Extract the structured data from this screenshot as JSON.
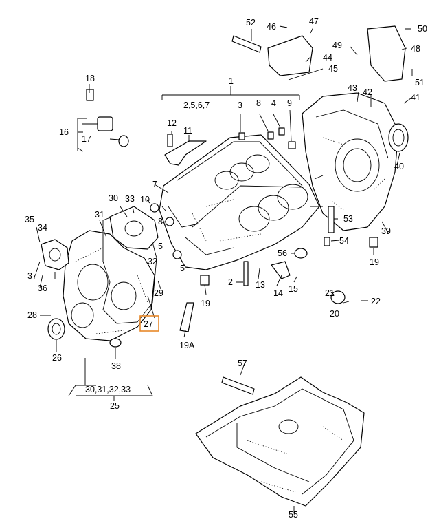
{
  "diagram": {
    "highlight_color": "#e8892a",
    "line_color": "#000000",
    "background": "#ffffff",
    "callouts": {
      "c1": "1",
      "c2": "2",
      "c3": "3",
      "c4": "4",
      "c5": "5",
      "c5b": "5",
      "c7": "7",
      "c8": "8",
      "c9": "9",
      "c10": "10",
      "c11": "11",
      "c12": "12",
      "c13": "13",
      "c14": "14",
      "c15": "15",
      "c16": "16",
      "c17": "17",
      "c18": "18",
      "c19": "19",
      "c19b": "19",
      "c19a": "19A",
      "c20": "20",
      "c21": "21",
      "c22": "22",
      "c25": "25",
      "c26": "26",
      "c27": "27",
      "c28": "28",
      "c29": "29",
      "c30": "30",
      "c31": "31",
      "c32": "32",
      "c33": "33",
      "c34": "34",
      "c35": "35",
      "c36": "36",
      "c37": "37",
      "c38": "38",
      "c39": "39",
      "c40": "40",
      "c41": "41",
      "c42": "42",
      "c43": "43",
      "c44": "44",
      "c45": "45",
      "c46": "46",
      "c47": "47",
      "c48": "48",
      "c49": "49",
      "c50": "50",
      "c51": "51",
      "c52": "52",
      "c53": "53",
      "c54": "54",
      "c55": "55",
      "c56": "56",
      "c57": "57",
      "group_2567": "2,5,6,7",
      "group_30_33": "30,31,32,33"
    }
  }
}
